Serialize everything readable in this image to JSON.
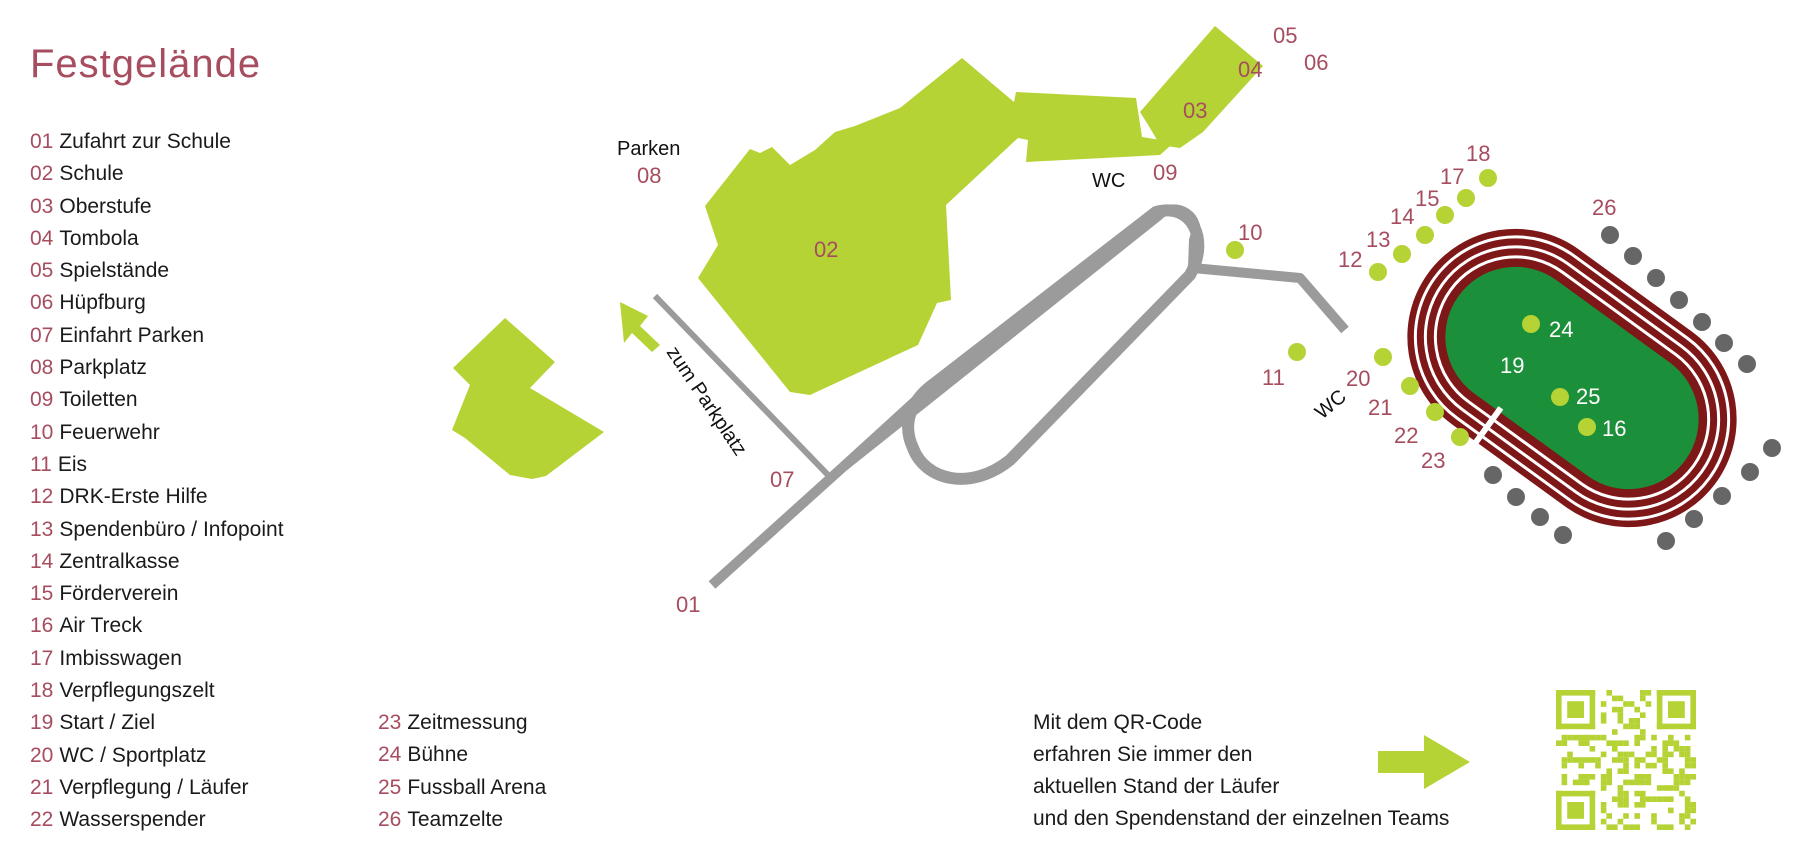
{
  "title": "Festgelände",
  "legend_left": [
    {
      "num": "01",
      "label": "Zufahrt zur Schule"
    },
    {
      "num": "02",
      "label": "Schule"
    },
    {
      "num": "03",
      "label": "Oberstufe"
    },
    {
      "num": "04",
      "label": "Tombola"
    },
    {
      "num": "05",
      "label": "Spielstände"
    },
    {
      "num": "06",
      "label": "Hüpfburg"
    },
    {
      "num": "07",
      "label": "Einfahrt Parken"
    },
    {
      "num": "08",
      "label": "Parkplatz"
    },
    {
      "num": "09",
      "label": "Toiletten"
    },
    {
      "num": "10",
      "label": "Feuerwehr"
    },
    {
      "num": "11",
      "label": "Eis"
    },
    {
      "num": "12",
      "label": "DRK-Erste Hilfe"
    },
    {
      "num": "13",
      "label": "Spendenbüro / Infopoint"
    },
    {
      "num": "14",
      "label": "Zentralkasse"
    },
    {
      "num": "15",
      "label": "Förderverein"
    },
    {
      "num": "16",
      "label": "Air Treck"
    },
    {
      "num": "17",
      "label": "Imbisswagen"
    },
    {
      "num": "18",
      "label": "Verpflegungszelt"
    },
    {
      "num": "19",
      "label": "Start / Ziel"
    },
    {
      "num": "20",
      "label": "WC / Sportplatz"
    },
    {
      "num": "21",
      "label": "Verpflegung / Läufer"
    },
    {
      "num": "22",
      "label": "Wasserspender"
    }
  ],
  "legend_right": [
    {
      "num": "23",
      "label": "Zeitmessung"
    },
    {
      "num": "24",
      "label": "Bühne"
    },
    {
      "num": "25",
      "label": "Fussball Arena"
    },
    {
      "num": "26",
      "label": "Teamzelte"
    }
  ],
  "map": {
    "parken_label": "Parken",
    "parkplatz_arrow_label": "zum Parkplatz",
    "wc_label": "WC",
    "wc_label_field": "WC",
    "numbers": {
      "n01": "01",
      "n02": "02",
      "n03": "03",
      "n04": "04",
      "n05": "05",
      "n06": "06",
      "n07": "07",
      "n08": "08",
      "n09": "09",
      "n10": "10",
      "n11": "11",
      "n12": "12",
      "n13": "13",
      "n14": "14",
      "n15": "15",
      "n16": "16",
      "n17": "17",
      "n18": "18",
      "n19": "19",
      "n20": "20",
      "n21": "21",
      "n22": "22",
      "n23": "23",
      "n24": "24",
      "n25": "25",
      "n26": "26"
    }
  },
  "qr_note": [
    "Mit dem QR-Code",
    "erfahren Sie immer den",
    "aktuellen Stand der Läufer",
    "und den Spendenstand der einzelnen Teams"
  ],
  "colors": {
    "building_green": "#b5d334",
    "road_gray": "#9b9b9b",
    "track_red": "#7e1717",
    "field_green": "#1c8f3a",
    "number_accent": "#a64d5f",
    "tent_gray": "#666666"
  }
}
